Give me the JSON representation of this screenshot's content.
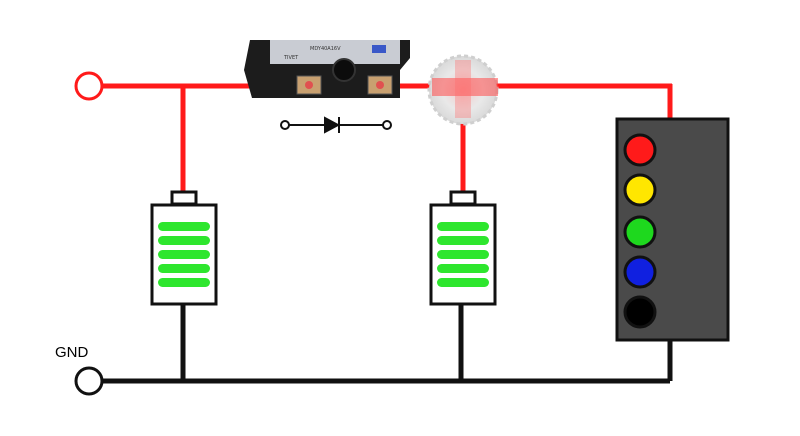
{
  "labels": {
    "gnd": "GND"
  },
  "module": {
    "silkscreen_line1": "MDY40A16V",
    "silkscreen_line2": "TIVET"
  },
  "colors": {
    "positive_wire": "#ff1a1a",
    "ground_wire": "#111111",
    "battery_cell": "#2ee62e",
    "panel_body": "#4a4a4a",
    "led_red": "#ff1a1a",
    "led_yellow": "#ffe600",
    "led_green": "#1ed81e",
    "led_blue": "#1020e0",
    "led_black": "#000000"
  },
  "indicator_lights": [
    "red",
    "yellow",
    "green",
    "blue",
    "black"
  ]
}
